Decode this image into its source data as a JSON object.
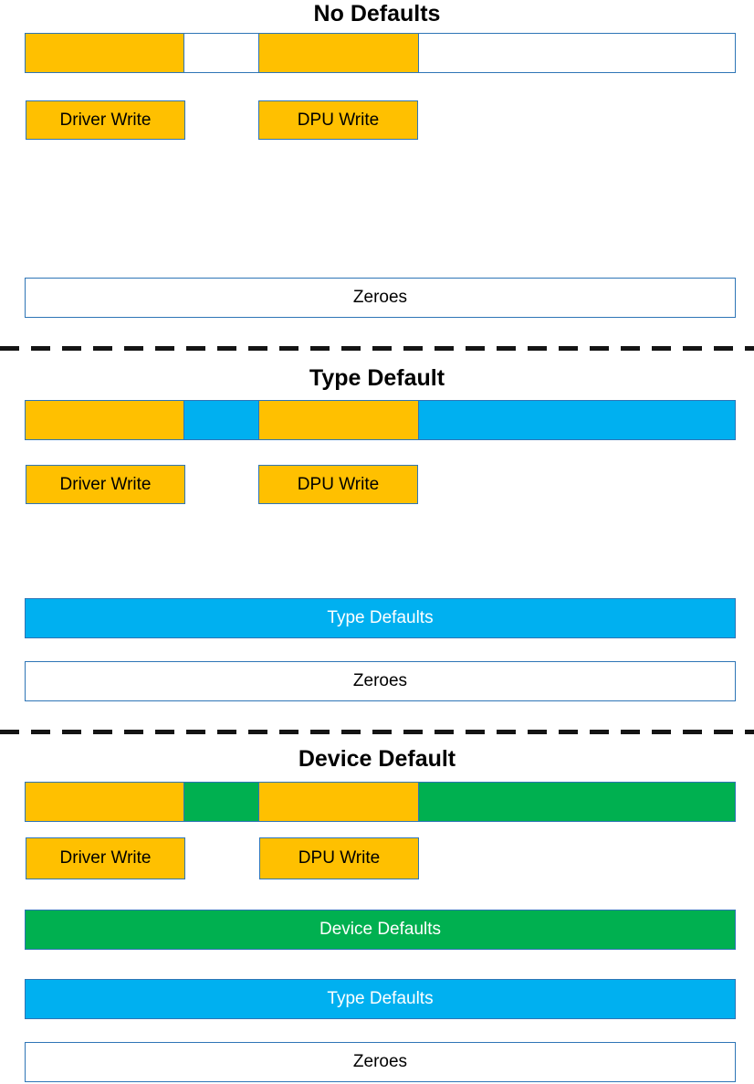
{
  "colors": {
    "write_yellow": "#FFC000",
    "type_default_blue": "#00B0F0",
    "device_default_green": "#00B050",
    "outline_blue": "#2E75B6",
    "divider_black": "#141414",
    "zeroes_white": "#FFFFFF"
  },
  "sections": [
    {
      "title": "No Defaults",
      "memory_bar": {
        "background": "zeroes/empty (white)",
        "segments": [
          {
            "name": "driver-write-region",
            "color": "#FFC000"
          },
          {
            "name": "dpu-write-region",
            "color": "#FFC000"
          }
        ]
      },
      "legend_boxes": [
        {
          "label": "Driver Write",
          "color": "#FFC000"
        },
        {
          "label": "DPU Write",
          "color": "#FFC000"
        }
      ],
      "layer_bars": [
        {
          "label": "Zeroes",
          "color": "#FFFFFF"
        }
      ]
    },
    {
      "title": "Type Default",
      "memory_bar": {
        "background": "type defaults (blue)",
        "segments": [
          {
            "name": "driver-write-region",
            "color": "#FFC000"
          },
          {
            "name": "dpu-write-region",
            "color": "#FFC000"
          }
        ]
      },
      "legend_boxes": [
        {
          "label": "Driver Write",
          "color": "#FFC000"
        },
        {
          "label": "DPU Write",
          "color": "#FFC000"
        }
      ],
      "layer_bars": [
        {
          "label": "Type Defaults",
          "color": "#00B0F0"
        },
        {
          "label": "Zeroes",
          "color": "#FFFFFF"
        }
      ]
    },
    {
      "title": "Device Default",
      "memory_bar": {
        "background": "device defaults (green)",
        "segments": [
          {
            "name": "driver-write-region",
            "color": "#FFC000"
          },
          {
            "name": "dpu-write-region",
            "color": "#FFC000"
          }
        ]
      },
      "legend_boxes": [
        {
          "label": "Driver Write",
          "color": "#FFC000"
        },
        {
          "label": "DPU Write",
          "color": "#FFC000"
        }
      ],
      "layer_bars": [
        {
          "label": "Device Defaults",
          "color": "#00B050"
        },
        {
          "label": "Type Defaults",
          "color": "#00B0F0"
        },
        {
          "label": "Zeroes",
          "color": "#FFFFFF"
        }
      ]
    }
  ]
}
